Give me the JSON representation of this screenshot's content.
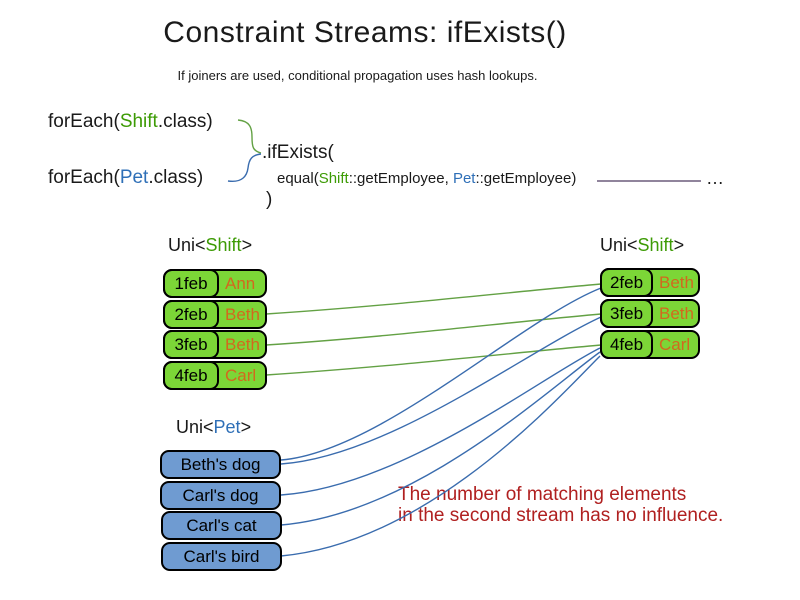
{
  "slide": {
    "title": "Constraint Streams: ifExists()",
    "subtitle": "If joiners are used, conditional propagation uses hash lookups."
  },
  "code": {
    "foreach_shift": {
      "prefix": "forEach(",
      "class_name": "Shift",
      "suffix": ".class)"
    },
    "foreach_pet": {
      "prefix": "forEach(",
      "class_name": "Pet",
      "suffix": ".class)"
    },
    "if_exists": ".ifExists(",
    "equal": {
      "prefix": "equal(",
      "shift": "Shift",
      "mid": "::getEmployee, ",
      "pet": "Pet",
      "suffix": "::getEmployee)"
    },
    "close_paren": ")",
    "ellipsis": "…"
  },
  "left_shift_stream": {
    "header": {
      "prefix": "Uni<",
      "type": "Shift",
      "suffix": ">"
    },
    "rows": [
      {
        "date": "1feb",
        "employee": "Ann"
      },
      {
        "date": "2feb",
        "employee": "Beth"
      },
      {
        "date": "3feb",
        "employee": "Beth"
      },
      {
        "date": "4feb",
        "employee": "Carl"
      }
    ]
  },
  "right_shift_stream": {
    "header": {
      "prefix": "Uni<",
      "type": "Shift",
      "suffix": ">"
    },
    "rows": [
      {
        "date": "2feb",
        "employee": "Beth"
      },
      {
        "date": "3feb",
        "employee": "Beth"
      },
      {
        "date": "4feb",
        "employee": "Carl"
      }
    ]
  },
  "pet_stream": {
    "header": {
      "prefix": "Uni<",
      "type": "Pet",
      "suffix": ">"
    },
    "rows": [
      {
        "label": "Beth's dog"
      },
      {
        "label": "Carl's dog"
      },
      {
        "label": "Carl's cat"
      },
      {
        "label": "Carl's bird"
      }
    ]
  },
  "note": {
    "line1": "The number of matching elements",
    "line2": "in the second stream has no influence."
  },
  "colors": {
    "shift_green": "#3d9b05",
    "pet_blue": "#2e6fb7",
    "box_green_fill": "#7cd637",
    "box_blue_fill": "#6f9bd1",
    "employee_orange": "#d2691e",
    "note_red": "#b02020",
    "green_line": "#63a144",
    "blue_line": "#3a6cae",
    "joiner_line": "#6b5b7b",
    "text_black": "#1a1a1a"
  }
}
